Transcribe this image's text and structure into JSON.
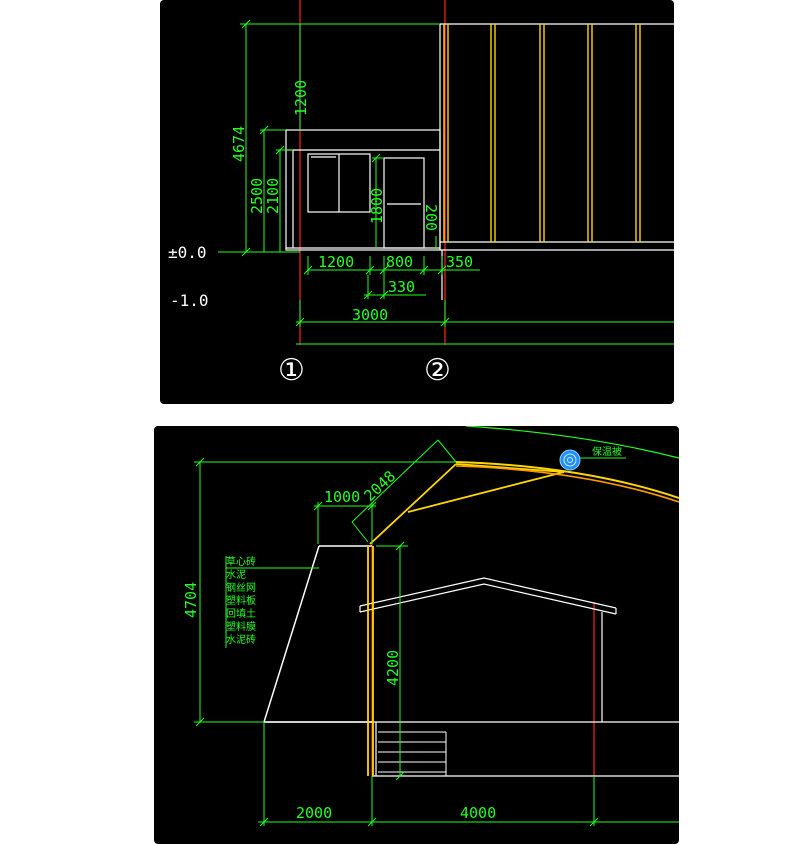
{
  "top_drawing": {
    "dims": {
      "total_height": "4674",
      "roof_height": "1200",
      "h2500": "2500",
      "h2100": "2100",
      "h1800": "1800",
      "h200": "200",
      "w1200": "1200",
      "w800": "800",
      "w350": "350",
      "w330": "330",
      "w3000": "3000"
    },
    "levels": {
      "zero": "±0.0",
      "minus": "-1.0"
    },
    "axes": {
      "axis1": "①",
      "axis2": "②"
    }
  },
  "bottom_drawing": {
    "dims": {
      "h4704": "4704",
      "d1000": "1000",
      "d2048": "2048",
      "h4200": "4200",
      "w2000": "2000",
      "w4000": "4000"
    },
    "insulation_label": "保温被",
    "wall_layers": [
      "草心砖",
      "水泥",
      "钢丝网",
      "塑料板",
      "回填土",
      "塑料膜",
      "水泥砖"
    ]
  },
  "colors": {
    "background": "#000000",
    "dimension": "#22ff22",
    "lines": "#ffffff",
    "axis": "#ff2020",
    "frame": "#ffd700",
    "insulation": "#1e90ff"
  }
}
